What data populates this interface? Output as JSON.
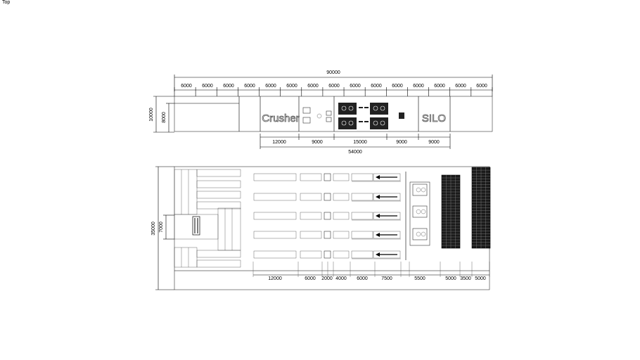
{
  "view_label": "Top",
  "elevation": {
    "overall": "90000",
    "segments": [
      "6000",
      "6000",
      "6000",
      "6000",
      "6000",
      "6000",
      "6000",
      "6000",
      "6000",
      "6000",
      "6000",
      "6000",
      "6000",
      "6000",
      "6000"
    ],
    "height_outer": "10000",
    "height_inner": "8000",
    "bottom_segments": [
      "12000",
      "9000",
      "15000",
      "9000",
      "9000"
    ],
    "bottom_total": "54000",
    "crusher_label": "Crusher",
    "silo_label": "SILO"
  },
  "plan": {
    "depth": "35000",
    "inner_depth": "7000",
    "bottom_segments": [
      "12000",
      "6000",
      "2000",
      "4000",
      "6000",
      "7500",
      "5500",
      "5000",
      "3500",
      "5000"
    ]
  }
}
